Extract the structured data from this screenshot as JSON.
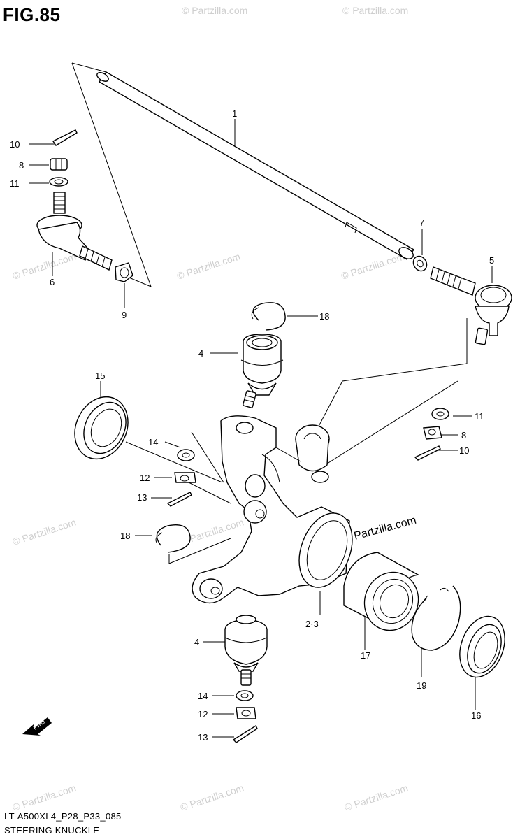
{
  "figure": {
    "title": "FIG.85",
    "model_code": "LT-A500XL4_P28_P33_085",
    "name": "STEERING KNUCKLE"
  },
  "callouts": [
    {
      "id": "callout-1",
      "text": "1"
    },
    {
      "id": "callout-10-top",
      "text": "10"
    },
    {
      "id": "callout-8-top",
      "text": "8"
    },
    {
      "id": "callout-11-top",
      "text": "11"
    },
    {
      "id": "callout-6",
      "text": "6"
    },
    {
      "id": "callout-9",
      "text": "9"
    },
    {
      "id": "callout-7",
      "text": "7"
    },
    {
      "id": "callout-5",
      "text": "5"
    },
    {
      "id": "callout-18-top",
      "text": "18"
    },
    {
      "id": "callout-4-top",
      "text": "4"
    },
    {
      "id": "callout-15",
      "text": "15"
    },
    {
      "id": "callout-14-top",
      "text": "14"
    },
    {
      "id": "callout-12-top",
      "text": "12"
    },
    {
      "id": "callout-13-top",
      "text": "13"
    },
    {
      "id": "callout-11-right",
      "text": "11"
    },
    {
      "id": "callout-8-right",
      "text": "8"
    },
    {
      "id": "callout-10-right",
      "text": "10"
    },
    {
      "id": "callout-18-left",
      "text": "18"
    },
    {
      "id": "callout-2-3",
      "text": "2·3"
    },
    {
      "id": "callout-17",
      "text": "17"
    },
    {
      "id": "callout-19",
      "text": "19"
    },
    {
      "id": "callout-16",
      "text": "16"
    },
    {
      "id": "callout-4-bottom",
      "text": "4"
    },
    {
      "id": "callout-14-bottom",
      "text": "14"
    },
    {
      "id": "callout-12-bottom",
      "text": "12"
    },
    {
      "id": "callout-13-bottom",
      "text": "13"
    }
  ],
  "watermarks": {
    "text": "© Partzilla.com",
    "main": "Partzilla.com"
  },
  "direction_arrow": {
    "label": "FWD"
  },
  "colors": {
    "ink": "#000000",
    "watermark": "#cfcfcf",
    "background": "#ffffff"
  }
}
